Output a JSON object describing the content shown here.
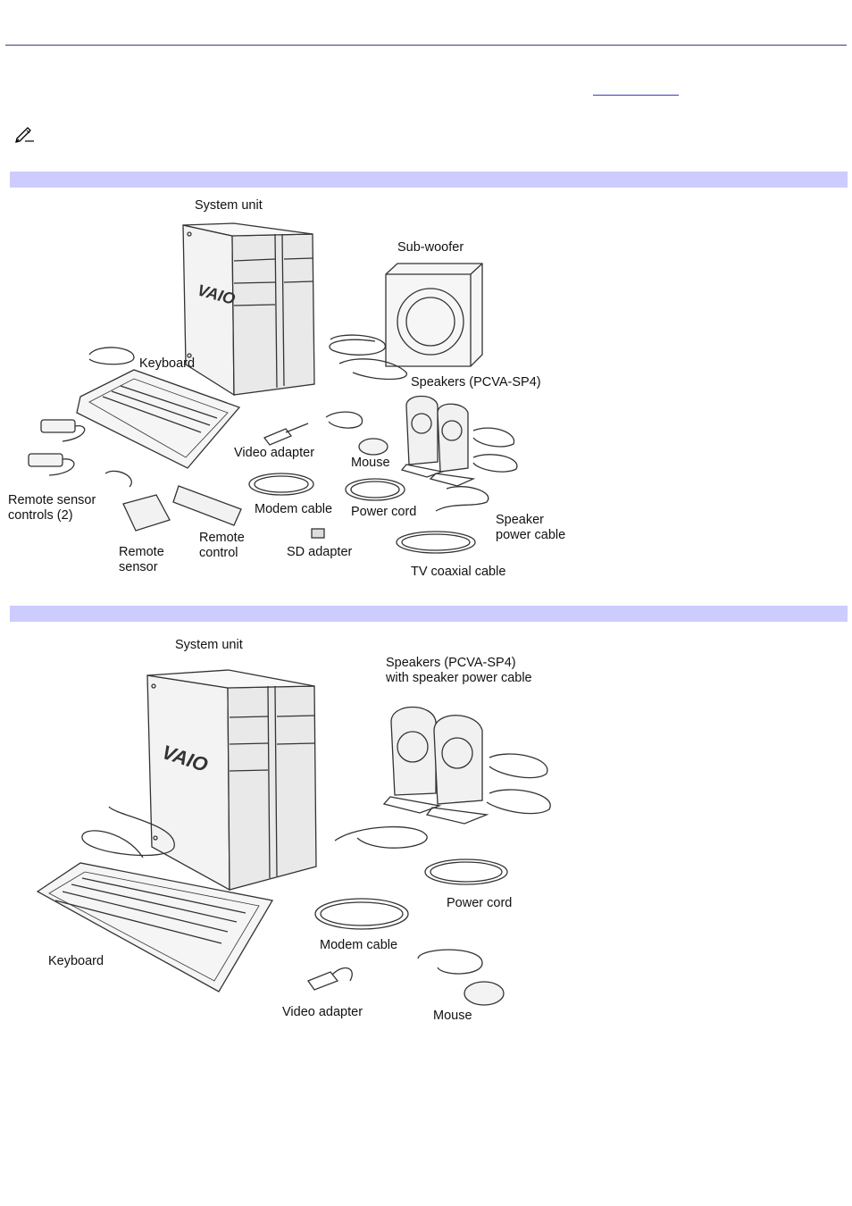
{
  "figure1": {
    "labels": {
      "system_unit": "System unit",
      "sub_woofer": "Sub-woofer",
      "keyboard": "Keyboard",
      "speakers": "Speakers (PCVA-SP4)",
      "video_adapter": "Video adapter",
      "mouse": "Mouse",
      "remote_sensor_controls": "Remote sensor\ncontrols (2)",
      "modem_cable": "Modem cable",
      "power_cord": "Power cord",
      "speaker_power_cable": "Speaker\npower cable",
      "remote_sensor": "Remote\nsensor",
      "remote_control": "Remote\ncontrol",
      "sd_adapter": "SD adapter",
      "tv_coaxial_cable": "TV coaxial cable"
    }
  },
  "figure2": {
    "labels": {
      "system_unit": "System unit",
      "speakers": "Speakers (PCVA-SP4)\nwith speaker power cable",
      "power_cord": "Power cord",
      "modem_cable": "Modem cable",
      "keyboard": "Keyboard",
      "video_adapter": "Video adapter",
      "mouse": "Mouse"
    }
  },
  "brand_mark": "VAIO",
  "colors": {
    "band": "#ccccff",
    "rule": "#3b3b8c",
    "link": "#3a3acc"
  }
}
